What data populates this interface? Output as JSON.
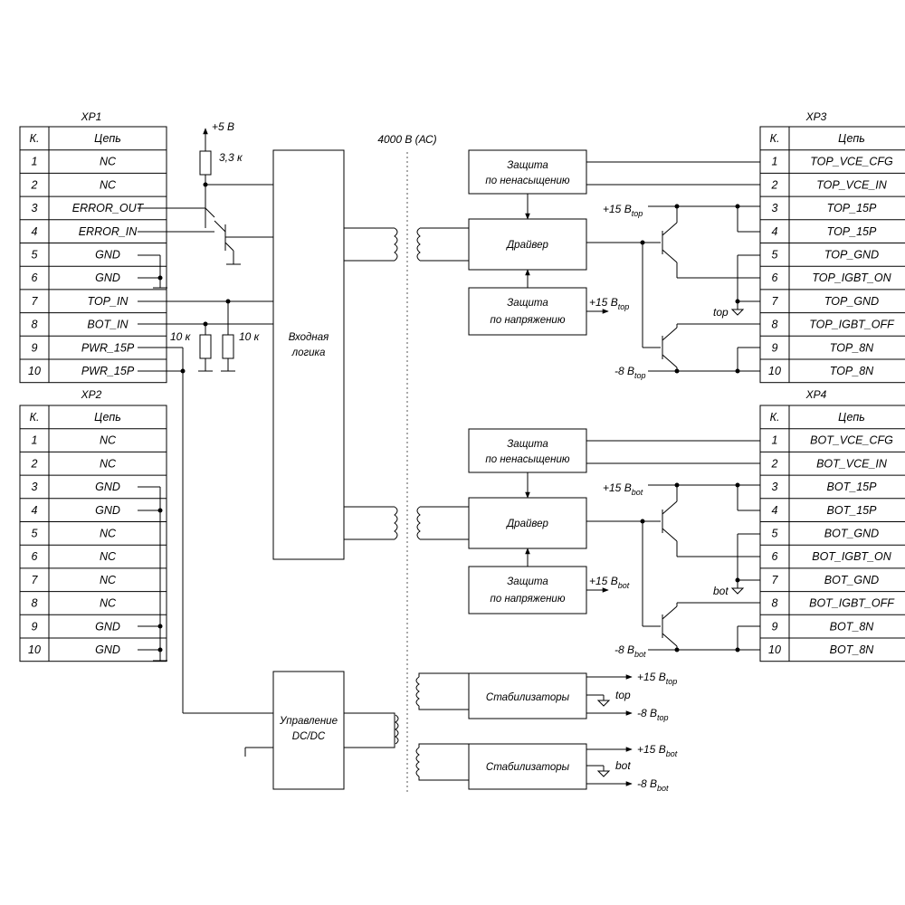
{
  "isolation_label": "4000 В (АС)",
  "xp1": {
    "title": "XP1",
    "col_pin": "К.",
    "col_net": "Цепь",
    "rows": [
      {
        "pin": "1",
        "net": "NC"
      },
      {
        "pin": "2",
        "net": "NC"
      },
      {
        "pin": "3",
        "net": "ERROR_OUT"
      },
      {
        "pin": "4",
        "net": "ERROR_IN"
      },
      {
        "pin": "5",
        "net": "GND"
      },
      {
        "pin": "6",
        "net": "GND"
      },
      {
        "pin": "7",
        "net": "TOP_IN"
      },
      {
        "pin": "8",
        "net": "BOT_IN"
      },
      {
        "pin": "9",
        "net": "PWR_15P"
      },
      {
        "pin": "10",
        "net": "PWR_15P"
      }
    ]
  },
  "xp2": {
    "title": "XP2",
    "col_pin": "К.",
    "col_net": "Цепь",
    "rows": [
      {
        "pin": "1",
        "net": "NC"
      },
      {
        "pin": "2",
        "net": "NC"
      },
      {
        "pin": "3",
        "net": "GND"
      },
      {
        "pin": "4",
        "net": "GND"
      },
      {
        "pin": "5",
        "net": "NC"
      },
      {
        "pin": "6",
        "net": "NC"
      },
      {
        "pin": "7",
        "net": "NC"
      },
      {
        "pin": "8",
        "net": "NC"
      },
      {
        "pin": "9",
        "net": "GND"
      },
      {
        "pin": "10",
        "net": "GND"
      }
    ]
  },
  "xp3": {
    "title": "XP3",
    "col_pin": "К.",
    "col_net": "Цепь",
    "rows": [
      {
        "pin": "1",
        "net": "TOP_VCE_CFG"
      },
      {
        "pin": "2",
        "net": "TOP_VCE_IN"
      },
      {
        "pin": "3",
        "net": "TOP_15P"
      },
      {
        "pin": "4",
        "net": "TOP_15P"
      },
      {
        "pin": "5",
        "net": "TOP_GND"
      },
      {
        "pin": "6",
        "net": "TOP_IGBT_ON"
      },
      {
        "pin": "7",
        "net": "TOP_GND"
      },
      {
        "pin": "8",
        "net": "TOP_IGBT_OFF"
      },
      {
        "pin": "9",
        "net": "TOP_8N"
      },
      {
        "pin": "10",
        "net": "TOP_8N"
      }
    ]
  },
  "xp4": {
    "title": "XP4",
    "col_pin": "К.",
    "col_net": "Цепь",
    "rows": [
      {
        "pin": "1",
        "net": "BOT_VCE_CFG"
      },
      {
        "pin": "2",
        "net": "BOT_VCE_IN"
      },
      {
        "pin": "3",
        "net": "BOT_15P"
      },
      {
        "pin": "4",
        "net": "BOT_15P"
      },
      {
        "pin": "5",
        "net": "BOT_GND"
      },
      {
        "pin": "6",
        "net": "BOT_IGBT_ON"
      },
      {
        "pin": "7",
        "net": "BOT_GND"
      },
      {
        "pin": "8",
        "net": "BOT_IGBT_OFF"
      },
      {
        "pin": "9",
        "net": "BOT_8N"
      },
      {
        "pin": "10",
        "net": "BOT_8N"
      }
    ]
  },
  "blocks": {
    "input_logic_1": "Входная",
    "input_logic_2": "логика",
    "dcdc_1": "Управление",
    "dcdc_2": "DC/DC",
    "desat_1": "Защита",
    "desat_2": "по ненасыщению",
    "driver": "Драйвер",
    "uvp_1": "Защита",
    "uvp_2": "по напряжению",
    "stab": "Стабилизаторы"
  },
  "labels": {
    "vcc": "+5 В",
    "r_pullup": "3,3 к",
    "r1": "10 к",
    "r2": "10 к"
  },
  "top": {
    "p15_main": "+15 В",
    "p15_sub": "top",
    "n8_main": "-8 В",
    "n8_sub": "top",
    "gnd": "top"
  },
  "bot": {
    "p15_main": "+15 В",
    "p15_sub": "bot",
    "n8_main": "-8 В",
    "n8_sub": "bot",
    "gnd": "bot"
  }
}
